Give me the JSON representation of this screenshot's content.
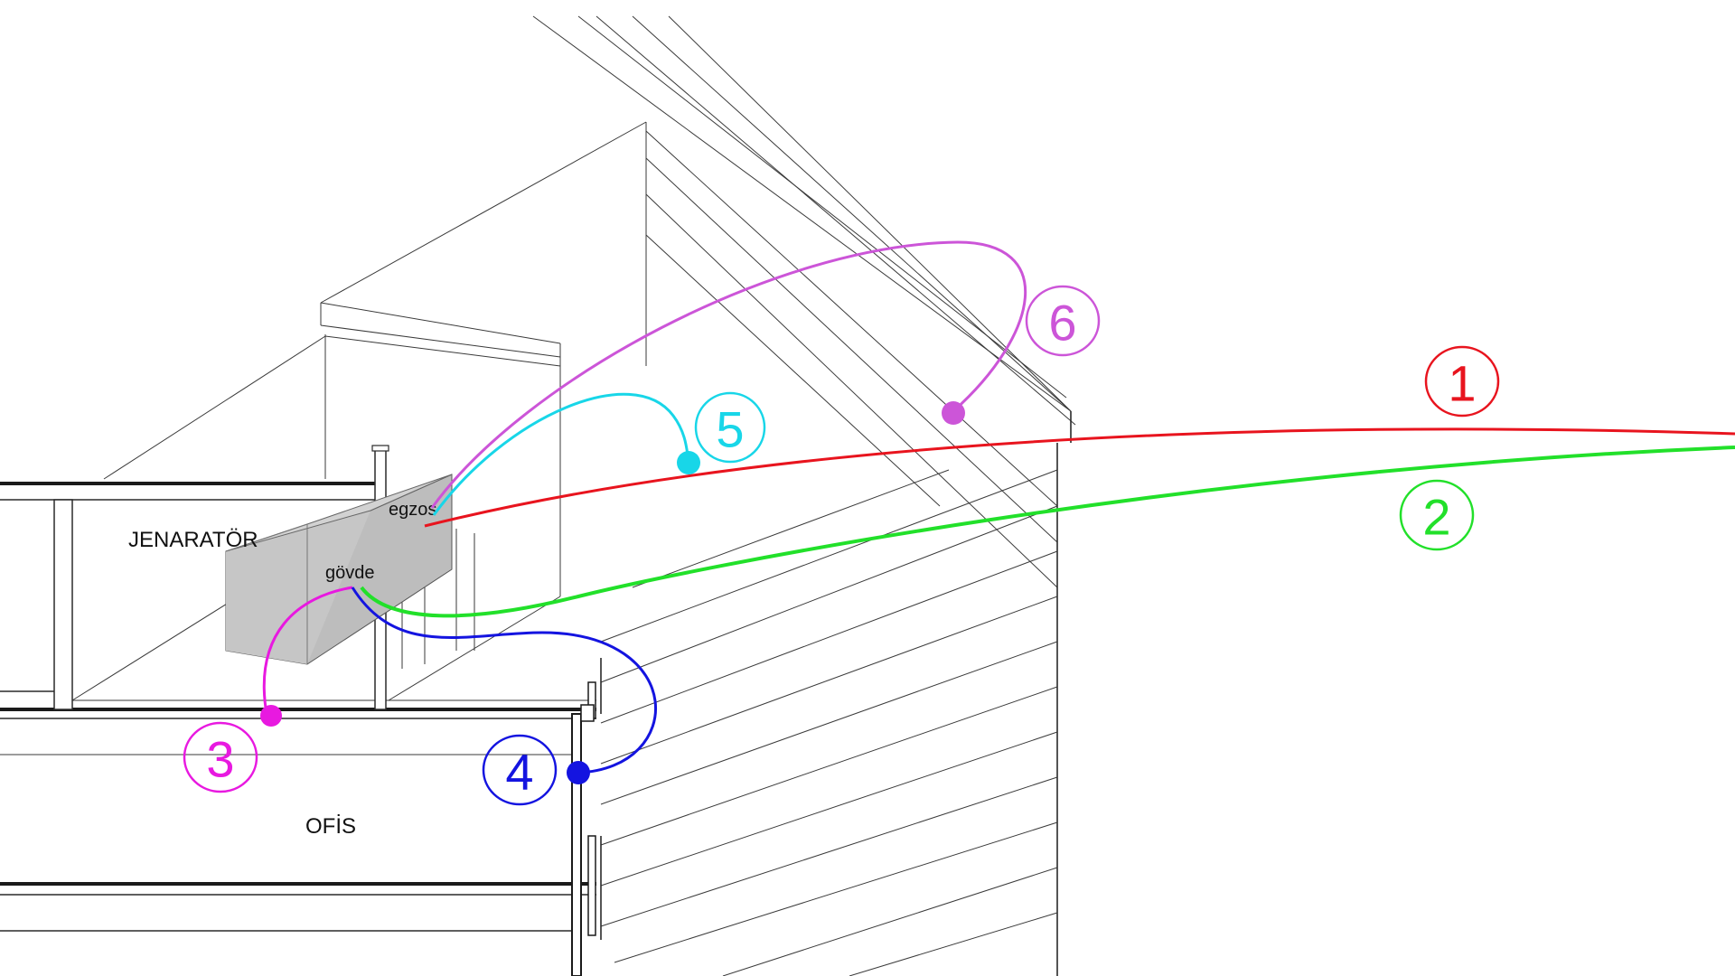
{
  "labels": {
    "generator": "JENARATÖR",
    "exhaust": "egzos",
    "body": "gövde",
    "office": "OFİS"
  },
  "markers": [
    {
      "number": "1",
      "color": "#e8141e"
    },
    {
      "number": "2",
      "color": "#22e02a"
    },
    {
      "number": "3",
      "color": "#e819e0"
    },
    {
      "number": "4",
      "color": "#1414e0"
    },
    {
      "number": "5",
      "color": "#18d6e8"
    },
    {
      "number": "6",
      "color": "#cc55d8"
    }
  ]
}
